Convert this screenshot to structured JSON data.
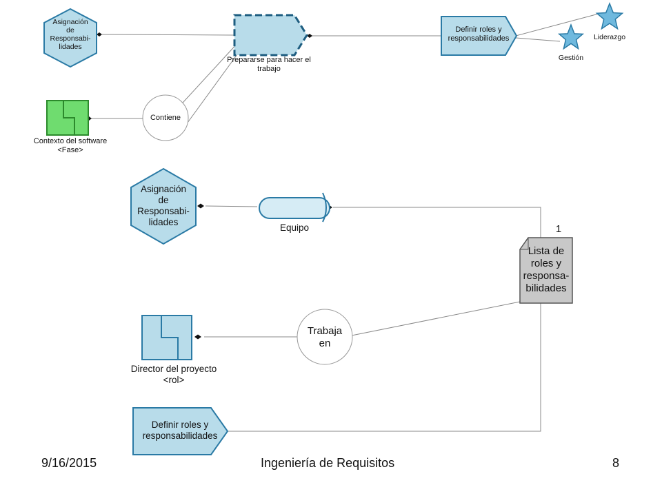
{
  "top": {
    "hex_label_lines": [
      "Asignación",
      "de",
      "Responsabi-",
      "lidades"
    ],
    "activity_label_lines": [
      "Prepararse para hacer el",
      "trabajo"
    ],
    "task_label_lines": [
      "Definir roles y",
      "responsabilidades"
    ],
    "star_leadership": "Liderazgo",
    "star_management": "Gestión",
    "circle_label": "Contiene",
    "phase_label_lines": [
      "Contexto del software",
      "<Fase>"
    ]
  },
  "bottom": {
    "hex_label_lines": [
      "Asignación",
      "de",
      "Responsabi-",
      "lidades"
    ],
    "team_label": "Equipo",
    "multiplicity": "1",
    "workproduct_label_lines": [
      "Lista de",
      "roles y",
      "responsa-",
      "bilidades"
    ],
    "circle_label_lines": [
      "Trabaja",
      "en"
    ],
    "role_label_lines": [
      "Director del proyecto",
      "<rol>"
    ],
    "task_label_lines": [
      "Definir roles y",
      "responsabilidades"
    ]
  },
  "footer": {
    "date": "9/16/2015",
    "title": "Ingeniería de Requisitos",
    "page": "8"
  },
  "colors": {
    "light_blue": "#b8dcea",
    "pale_blue": "#d6ecf5",
    "blue_stroke": "#2a7aa5",
    "star_fill": "#6fb9de",
    "green_fill": "#6fdc6f",
    "green_stroke": "#2c8a2c",
    "gray_fill": "#c8c8c8",
    "line": "#888888"
  }
}
